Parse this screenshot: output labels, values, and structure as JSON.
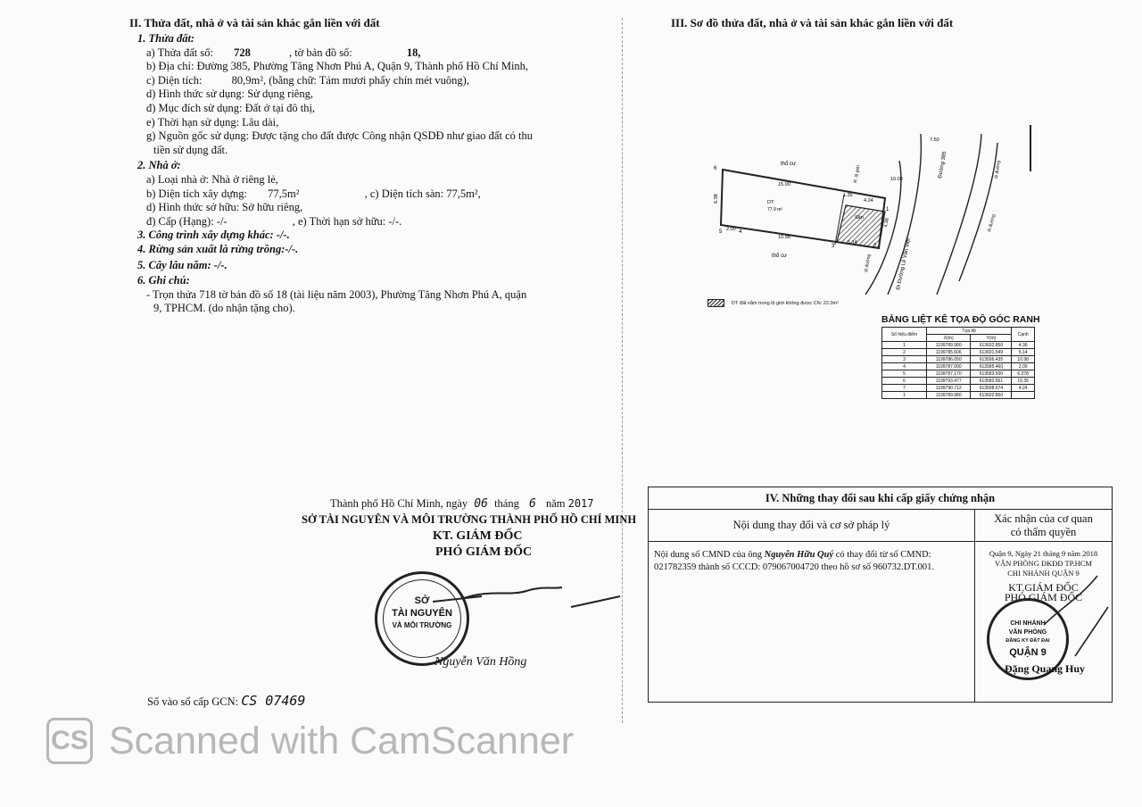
{
  "left": {
    "section_title": "II. Thửa đất, nhà ở và tài sản khác gắn liền với đất",
    "land": {
      "heading": "1. Thửa đất:",
      "a_label": "a) Thửa đất số:",
      "a_value": "728",
      "a_map_label": ", tờ bản đồ số:",
      "a_map_value": "18,",
      "b": "b) Địa chỉ:  Đường 385, Phường Tăng Nhơn Phú A, Quận 9, Thành phố Hồ Chí Minh,",
      "c_label": "c) Diện tích:",
      "c_value": "80,9m², (bằng chữ: Tám mươi phẩy chín mét vuông),",
      "d": "d) Hình thức sử dụng:   Sử dụng riêng,",
      "dd": "đ) Mục đích sử dụng:   Đất ở tại đô thị,",
      "e": "e) Thời hạn sử dụng:  Lâu dài,",
      "g1": "g) Nguồn gốc sử dụng: Được tặng cho đất được Công nhận QSDĐ như giao đất có thu",
      "g2": "tiền sử dụng đất."
    },
    "house": {
      "heading": "2. Nhà ở:",
      "a": "a) Loại nhà ở:       Nhà ở riêng lẻ,",
      "b_label": "b) Diện tích xây dựng:",
      "b_value": "77,5m²",
      "c_label": ", c) Diện tích sàn:  77,5m²,",
      "d": "d) Hình thức sở hữu:      Sở hữu riêng,",
      "dd_label": "đ) Cấp (Hạng):  -/-",
      "e_label": ", e) Thời hạn sở hữu:        -/-."
    },
    "item3": "3. Công trình xây dựng khác: -/-.",
    "item4": "4. Rừng sản xuất là rừng trồng:-/-.",
    "item5": "5. Cây lâu năm: -/-.",
    "notes": {
      "heading": "6. Ghi chú:",
      "line1": "- Trọn thửa 718 tờ bản đồ số 18 (tài liệu năm 2003), Phường Tăng Nhơn Phú A, quận",
      "line2": "9, TPHCM. (do nhận tặng cho)."
    }
  },
  "signature": {
    "place_date_prefix": "Thành phố Hồ Chí Minh, ngày",
    "day": "06",
    "month_label": "tháng",
    "month": "6",
    "year_label": "năm",
    "year": "2017",
    "org": "SỞ TÀI NGUYÊN VÀ MÔI TRƯỜNG THÀNH PHỐ HỒ CHÍ MINH",
    "role1": "KT. GIÁM ĐỐC",
    "role2": "PHÓ GIÁM ĐỐC",
    "signer": "Nguyễn Văn Hồng",
    "stamp_center_1": "SỞ",
    "stamp_center_2": "TÀI NGUYÊN",
    "stamp_center_3": "VÀ MÔI TRƯỜNG"
  },
  "gcn": {
    "label": "Số vào sổ cấp GCN:",
    "value": "CS 07469"
  },
  "diagram": {
    "section_title": "III. Sơ đồ thửa đất, nhà ở và tài sản khác gắn liền với đất",
    "labels": {
      "tho_cu_top": "thổ cư",
      "tho_cu_bottom": "thổ cư",
      "area_text": "77.9 m²",
      "dt": "DT:",
      "san": "Sân",
      "road_385": "Đường 385",
      "road_le_van_viet": "Đi Đường Lê Văn Việt",
      "le_duong_1": "lề đường",
      "le_duong_2": "lề đường",
      "le_duong_3": "lề đường",
      "r_lo_gioi": "R. lộ giới"
    },
    "dims": [
      "15.00",
      "10.98",
      "2.00",
      "5.14",
      "4.24",
      "1.35",
      "6.38",
      "10.00",
      "7.50",
      "4.36"
    ],
    "corner_numbers": [
      "1",
      "2",
      "3",
      "4",
      "5",
      "6"
    ],
    "legend_text": "DT đất nằm trong lộ giới không được CN: 22.0m²"
  },
  "coord_table": {
    "title": "BẢNG LIỆT KÊ TỌA ĐỘ GÓC RANH",
    "h_so_hieu": "Số hiệu điểm",
    "h_toa_do": "Tọa độ",
    "h_x": "X(m)",
    "h_y": "Y(m)",
    "h_canh": "Cạnh",
    "rows": [
      [
        "1",
        "1199789.980",
        "613602.850",
        "4.36"
      ],
      [
        "2",
        "1199785.606",
        "613601.549",
        "5.14"
      ],
      [
        "3",
        "1199786.050",
        "613596.435",
        "10.98"
      ],
      [
        "4",
        "1199787.000",
        "613585.460",
        "2.00"
      ],
      [
        "5",
        "1199787.170",
        "613583.500",
        "6.378"
      ],
      [
        "6",
        "1199793.477",
        "613582.561",
        "15.35"
      ],
      [
        "7",
        "1199790.712",
        "613598.674",
        "4.24"
      ],
      [
        "1",
        "1199789.980",
        "613602.850",
        ""
      ]
    ]
  },
  "changes": {
    "title": "IV. Những thay đổi sau khi cấp giấy chứng nhận",
    "col1_header": "Nội dung thay đổi và cơ sở pháp lý",
    "col2_header_1": "Xác nhận của cơ quan",
    "col2_header_2": "có thẩm quyền",
    "content_a": "Nội dung số CMND của ông",
    "content_name": "Nguyễn Hữu Quý",
    "content_b": "có thay đổi từ số CMND:",
    "content_c": "021782359 thành số CCCD: 079067004720 theo hồ sơ số 960732.DT.001.",
    "confirm_date": "Quận 9, Ngày 21 tháng 9 năm 2018",
    "confirm_org1": "VĂN PHÒNG ĐKĐĐ TP.HCM",
    "confirm_org2": "CHI NHÁNH QUẬN 9",
    "confirm_role1": "KT.GIÁM ĐỐC",
    "confirm_role2": "PHÓ GIÁM ĐỐC",
    "confirm_signer": "Đặng Quang Huy",
    "stamp2_1": "CHI NHÁNH",
    "stamp2_2": "VĂN PHÒNG",
    "stamp2_3": "ĐĂNG KÝ ĐẤT ĐAI",
    "stamp2_4": "QUẬN 9"
  },
  "watermark": {
    "logo_text": "CS",
    "text": "Scanned with CamScanner"
  }
}
